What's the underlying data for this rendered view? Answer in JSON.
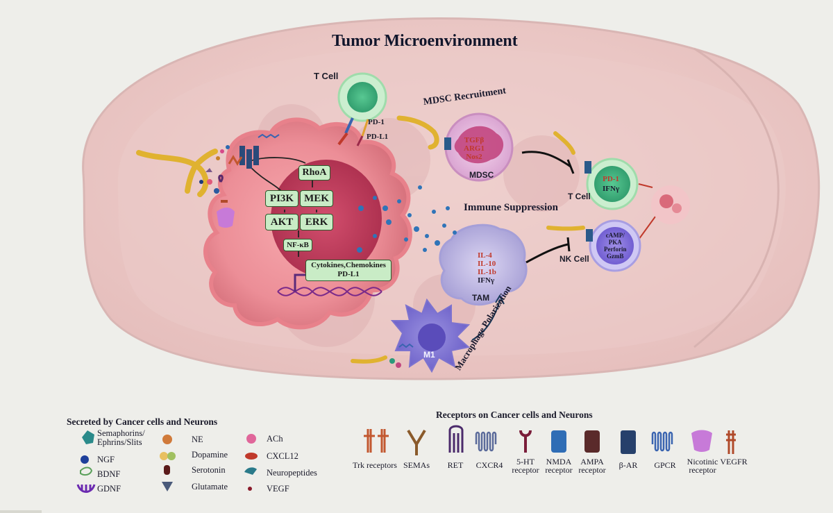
{
  "title": "Tumor Microenvironment",
  "cells": {
    "t_cell_top": "T Cell",
    "pd1": "PD-1",
    "pdl1": "PD-L1",
    "mdsc_recruitment": "MDSC Recruitment",
    "mdsc": "MDSC",
    "mdsc_markers": [
      "TGFβ",
      "ARG1",
      "Nos2"
    ],
    "immune_suppression": "Immune Suppression",
    "t_cell_right": "T Cell",
    "t_cell_markers": [
      "PD-1",
      "IFNγ"
    ],
    "nk_cell": "NK Cell",
    "nk_markers": [
      "cAMP/",
      "PKA",
      "Perforin",
      "GzmB"
    ],
    "tam": "TAM",
    "tam_markers": [
      "IL-4",
      "IL-10",
      "IL-1b",
      "IFNγ"
    ],
    "m1": "M1",
    "macrophage_polarization": "Macrophage Polarization"
  },
  "pathway": {
    "rhoa": "RhoA",
    "pi3k": "PI3K",
    "mek": "MEK",
    "akt": "AKT",
    "erk": "ERK",
    "nfkb": "NF-κB",
    "output_line1": "Cytokines,Chemokines",
    "output_line2": "PD-L1"
  },
  "legend_secreted": {
    "heading": "Secreted by Cancer cells and Neurons",
    "col1": [
      "Semaphorins/",
      "Ephrins/Slits",
      "NGF",
      "BDNF",
      "GDNF"
    ],
    "col2": [
      "NE",
      "Dopamine",
      "Serotonin",
      "Glutamate"
    ],
    "col3": [
      "ACh",
      "CXCL12",
      "Neuropeptides",
      "VEGF"
    ]
  },
  "legend_receptors": {
    "heading": "Receptors on Cancer cells and Neurons",
    "items": [
      {
        "label": "Trk receptors",
        "color": "#c2572f"
      },
      {
        "label": "SEMAs",
        "color": "#8a5a2b"
      },
      {
        "label": "RET",
        "color": "#4b2a6b"
      },
      {
        "label": "CXCR4",
        "color": "#5a6a9a"
      },
      {
        "label": "5-HT\nreceptor",
        "color": "#7a1d3a"
      },
      {
        "label": "NMDA\nreceptor",
        "color": "#2f6db5"
      },
      {
        "label": "AMPA\nreceptor",
        "color": "#5a2a2a"
      },
      {
        "label": "β-AR",
        "color": "#26406b"
      },
      {
        "label": "GPCR",
        "color": "#3a64b0"
      },
      {
        "label": "Nicotinic\nreceptor",
        "color": "#c77ad8"
      },
      {
        "label": "VEGFR",
        "color": "#b04a2a"
      }
    ]
  }
}
